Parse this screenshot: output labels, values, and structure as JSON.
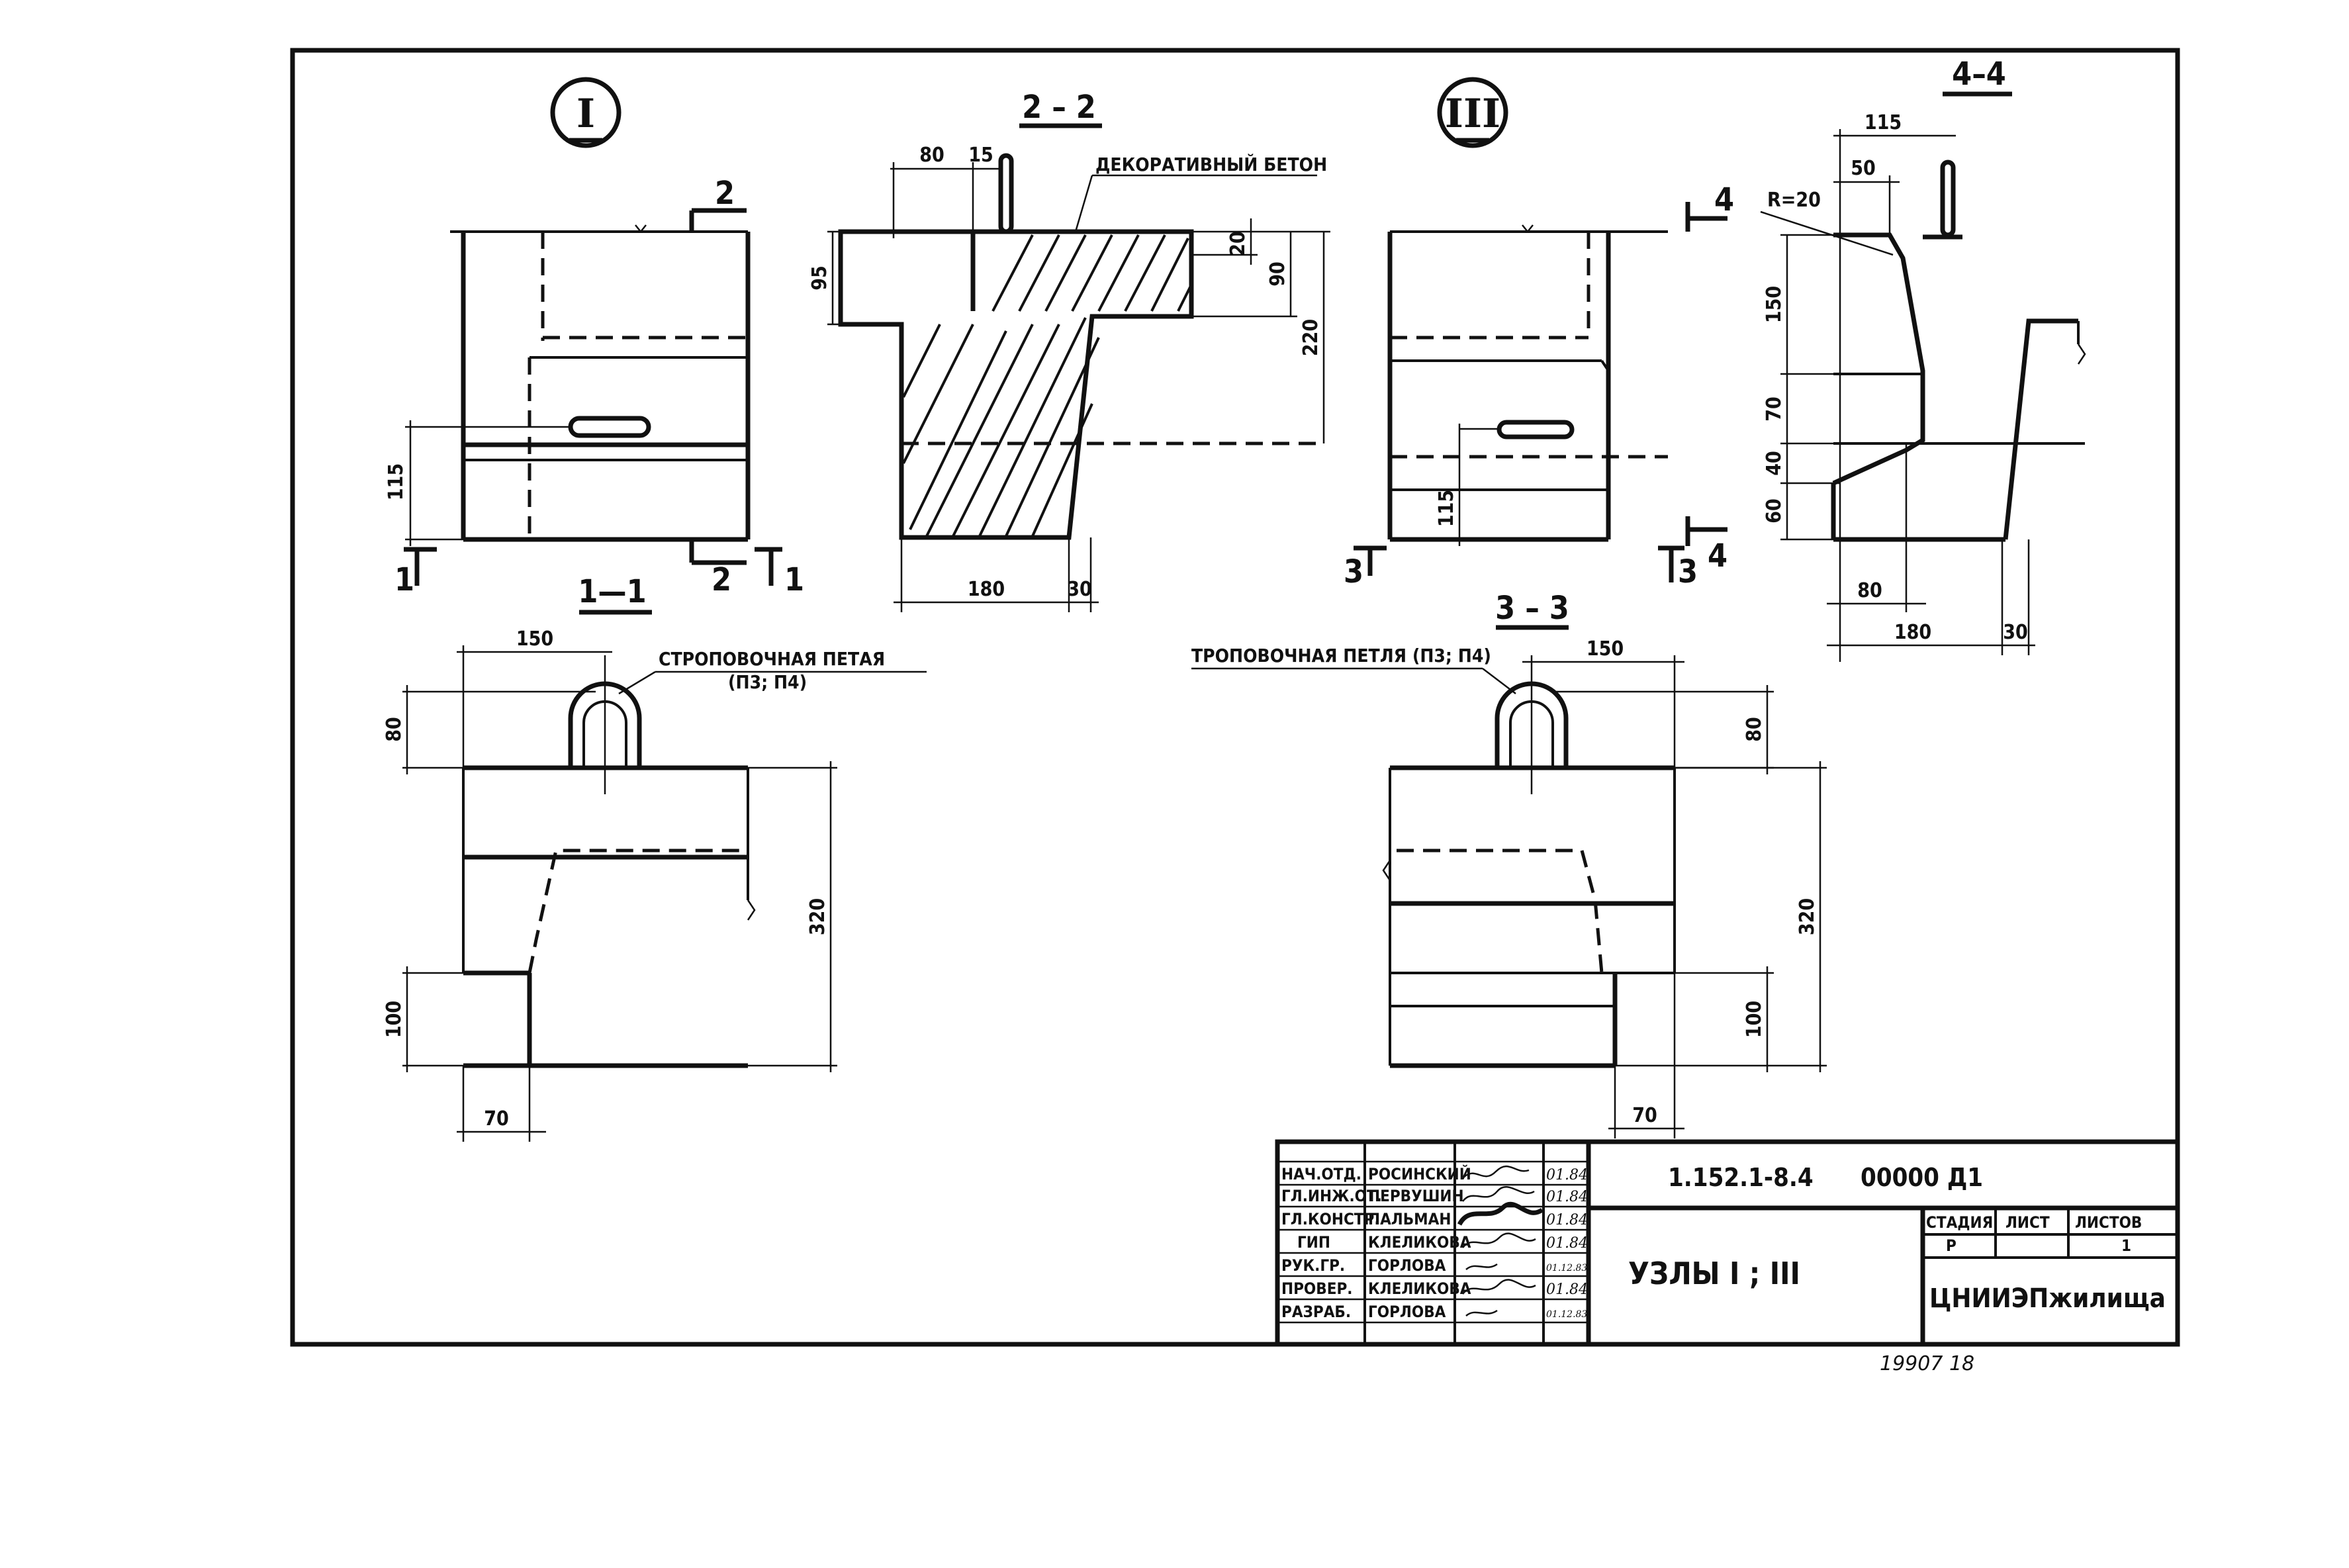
{
  "nodes": {
    "node_1": "I",
    "node_2": "III"
  },
  "sections": {
    "s22": "2 – 2",
    "s44": "4–4",
    "s11": "1—1",
    "s33": "3 – 3",
    "mark2": "2",
    "mark1": "1",
    "mark4": "4",
    "mark3": "3"
  },
  "labels": {
    "decorative_concrete": "ДЕКОРАТИВНЫЙ БЕТОН",
    "lifting_loop_1": "СТРОПОВОЧНАЯ ПЕТАЯ",
    "lifting_loop_1_marks": "(П3; П4)",
    "lifting_loop_2": "ТРОПОВОЧНАЯ ПЕТЛЯ (П3; П4)",
    "radius": "R=20"
  },
  "dimensions": {
    "n1_115": "115",
    "s22_80": "80",
    "s22_15": "15",
    "s22_95": "95",
    "s22_20": "20",
    "s22_90": "90",
    "s22_220": "220",
    "s22_180": "180",
    "s22_30": "30",
    "n3_115": "115",
    "s44_115": "115",
    "s44_50": "50",
    "s44_150": "150",
    "s44_70": "70",
    "s44_40": "40",
    "s44_60": "60",
    "s44_80": "80",
    "s44_180": "180",
    "s44_30": "30",
    "s11_150": "150",
    "s11_80": "80",
    "s11_320": "320",
    "s11_100": "100",
    "s11_70": "70",
    "s33_150": "150",
    "s33_80": "80",
    "s33_320": "320",
    "s33_100": "100",
    "s33_70": "70"
  },
  "title_block": {
    "roles": [
      "НАЧ.ОТД.",
      "ГЛ.ИНЖ.ОТ.",
      "ГЛ.КОНСТР.",
      "ГИП",
      "РУК.ГР.",
      "ПРОВЕР.",
      "РАЗРАБ."
    ],
    "names": [
      "РОСИНСКИЙ",
      "ПЕРВУШИН",
      "ПАЛЬМАН",
      "КЛЕЛИКОВА",
      "ГОРЛОВА",
      "КЛЕЛИКОВА",
      "ГОРЛОВА"
    ],
    "dates": [
      "01.84",
      "01.84",
      "01.84",
      "01.84",
      "01.12.83",
      "01.84",
      "01.12.83"
    ],
    "document_code": "1.152.1-8.4      00000 Д1",
    "title": "УЗЛЫ I ; III",
    "stage_header": "СТАДИЯ",
    "sheet_header": "ЛИСТ",
    "sheets_header": "ЛИСТОВ",
    "stage": "Р",
    "sheet": "",
    "sheets": "1",
    "organization": "ЦНИИЭПжилища"
  },
  "inventory_stamp": "19907 18"
}
